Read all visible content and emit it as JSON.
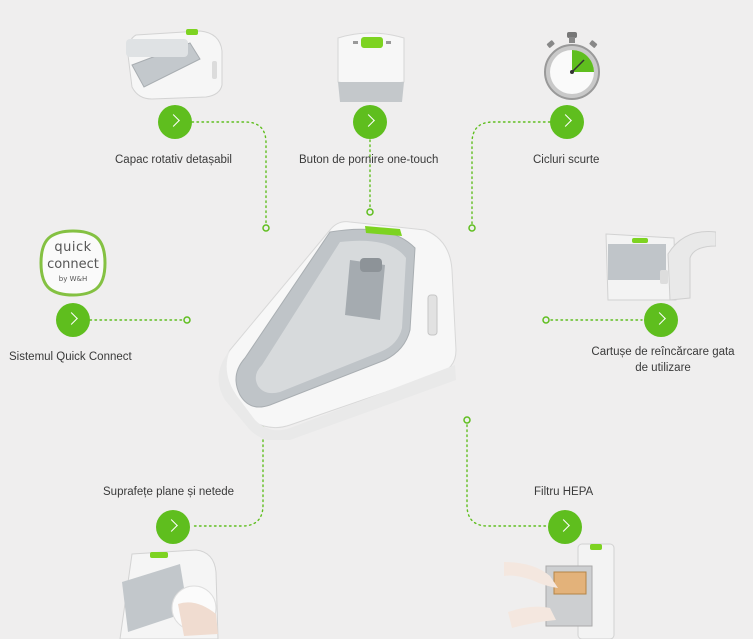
{
  "features": {
    "rotating_cover": "Capac rotativ detașabil",
    "one_touch": "Buton de pornire one-touch",
    "short_cycles": "Cicluri scurte",
    "quick_connect": "Sistemul Quick Connect",
    "cartridges_line1": "Cartușe de reîncărcare gata",
    "cartridges_line2": "de utilizare",
    "flat_surfaces": "Suprafețe plane și netede",
    "hepa": "Filtru HEPA"
  },
  "logo": {
    "line1": "quick",
    "line2": "connect",
    "line3": "by W&H"
  },
  "icons": {
    "button": "chevron-right-icon",
    "stopwatch": "stopwatch-icon"
  },
  "colors": {
    "accent": "#5fbe1e",
    "background": "#efeeee",
    "text": "#3a3a3a"
  }
}
